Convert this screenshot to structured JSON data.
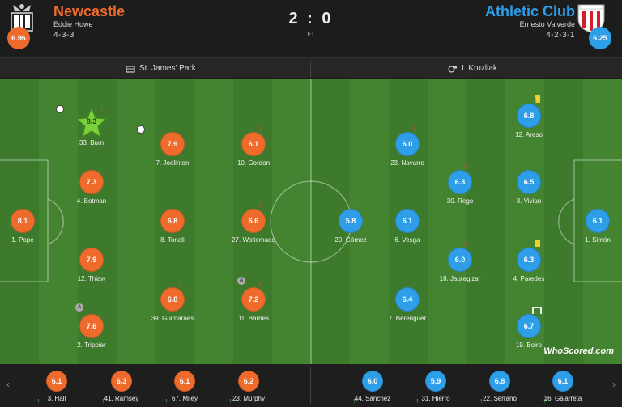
{
  "home": {
    "name": "Newcastle",
    "manager": "Eddie Howe",
    "formation": "4-3-3",
    "rating": "6.96",
    "color": "#ef6b2c",
    "crest_icon": "newcastle-crest-icon"
  },
  "away": {
    "name": "Athletic Club",
    "manager": "Ernesto Valverde",
    "formation": "4-2-3-1",
    "rating": "6.25",
    "color": "#2f9ee8",
    "crest_icon": "athletic-club-crest-icon"
  },
  "score": "2 : 0",
  "status": "FT",
  "venue": {
    "label": "St. James' Park",
    "icon": "stadium-icon"
  },
  "referee": {
    "label": "I. Kruzliak",
    "icon": "whistle-icon"
  },
  "home_players": [
    {
      "label": "33. Burn",
      "rating": "8.3",
      "star": true,
      "events": [
        "goal",
        "subbed-off"
      ]
    },
    {
      "label": "7. Joelinton",
      "rating": "7.9",
      "events": [
        "goal"
      ]
    },
    {
      "label": "10. Gordon",
      "rating": "6.1",
      "events": [
        "subbed-off"
      ]
    },
    {
      "label": "4. Botman",
      "rating": "7.3",
      "events": []
    },
    {
      "label": "1. Pope",
      "rating": "8.1",
      "events": []
    },
    {
      "label": "8. Tonali",
      "rating": "6.8",
      "events": []
    },
    {
      "label": "27. Woltemade",
      "rating": "6.6",
      "events": [
        "subbed-off"
      ]
    },
    {
      "label": "12. Thiaw",
      "rating": "7.9",
      "events": []
    },
    {
      "label": "39. Guimarães",
      "rating": "6.8",
      "events": [
        "subbed-off"
      ]
    },
    {
      "label": "11. Barnes",
      "rating": "7.2",
      "events": [
        "captain",
        "subbed-off"
      ]
    },
    {
      "label": "2. Trippier",
      "rating": "7.6",
      "events": [
        "captain"
      ]
    }
  ],
  "away_players": [
    {
      "label": "12. Areso",
      "rating": "6.8",
      "events": [
        "yellow-card",
        "subbed-off"
      ]
    },
    {
      "label": "23. Navarro",
      "rating": "6.0",
      "events": [
        "subbed-off"
      ]
    },
    {
      "label": "30. Rego",
      "rating": "6.3",
      "events": [
        "subbed-off"
      ]
    },
    {
      "label": "3. Vivian",
      "rating": "6.5",
      "events": []
    },
    {
      "label": "20. Gómez",
      "rating": "5.8",
      "events": [
        "subbed-off"
      ]
    },
    {
      "label": "6. Vesga",
      "rating": "6.1",
      "events": []
    },
    {
      "label": "1. Simón",
      "rating": "6.1",
      "events": []
    },
    {
      "label": "18. Jauregizar",
      "rating": "6.0",
      "events": [
        "subbed-off"
      ]
    },
    {
      "label": "4. Paredes",
      "rating": "6.3",
      "events": [
        "yellow-card"
      ]
    },
    {
      "label": "7. Berenguer",
      "rating": "6.4",
      "events": []
    },
    {
      "label": "19. Boiro",
      "rating": "6.7",
      "events": [
        "woodwork"
      ]
    }
  ],
  "home_subs": [
    {
      "label": "3. Hall",
      "rating": "6.1"
    },
    {
      "label": "41. Ramsey",
      "rating": "6.3"
    },
    {
      "label": "67. Miley",
      "rating": "6.1"
    },
    {
      "label": "23. Murphy",
      "rating": "6.2"
    }
  ],
  "away_subs": [
    {
      "label": "44. Sánchez",
      "rating": "6.0"
    },
    {
      "label": "31. Hierro",
      "rating": "5.9"
    },
    {
      "label": "22. Serrano",
      "rating": "6.8"
    },
    {
      "label": "16. Galarreta",
      "rating": "6.1"
    }
  ],
  "watermark": "WhoScored.com"
}
